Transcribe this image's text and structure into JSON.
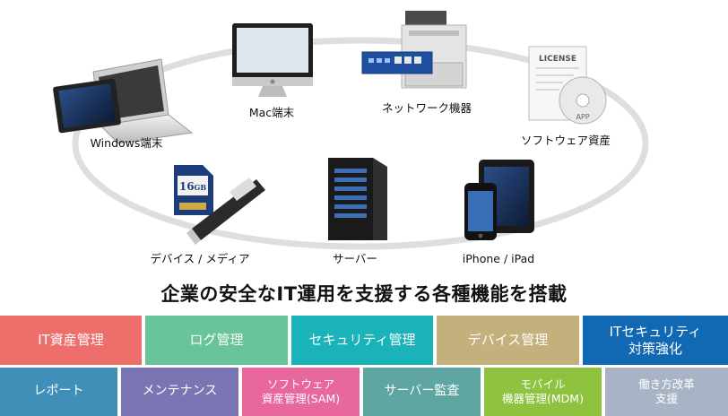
{
  "devices": {
    "windows": "Windows端末",
    "mac": "Mac端末",
    "network": "ネットワーク機器",
    "software": "ソフトウェア資産",
    "media": "デバイス / メディア",
    "server": "サーバー",
    "iphone": "iPhone / iPad"
  },
  "device_text": {
    "license": "LICENSE",
    "app": "APP",
    "sd_capacity": "16",
    "sd_unit": "GB"
  },
  "headline": "企業の安全なIT運用を支援する各種機能を搭載",
  "features_row1": [
    {
      "line1": "IT資産管理",
      "line2": ""
    },
    {
      "line1": "ログ管理",
      "line2": ""
    },
    {
      "line1": "セキュリティ管理",
      "line2": ""
    },
    {
      "line1": "デバイス管理",
      "line2": ""
    },
    {
      "line1": "ITセキュリティ",
      "line2": "対策強化"
    }
  ],
  "features_row2": [
    {
      "line1": "レポート",
      "line2": ""
    },
    {
      "line1": "メンテナンス",
      "line2": ""
    },
    {
      "line1": "ソフトウェア",
      "line2": "資産管理(SAM)"
    },
    {
      "line1": "サーバー監査",
      "line2": ""
    },
    {
      "line1": "モバイル",
      "line2": "機器管理(MDM)"
    },
    {
      "line1": "働き方改革",
      "line2": "支援"
    }
  ],
  "colors": {
    "it_asset": "#ee6e6c",
    "log": "#68c49a",
    "security": "#1ab3b9",
    "device": "#c3b07c",
    "it_security": "#1168b3",
    "report": "#3f8fb8",
    "maintenance": "#7b75b3",
    "sam": "#e8689e",
    "server_audit": "#5fa6a2",
    "mdm": "#8fc33f",
    "workstyle": "#a8b4c5"
  }
}
